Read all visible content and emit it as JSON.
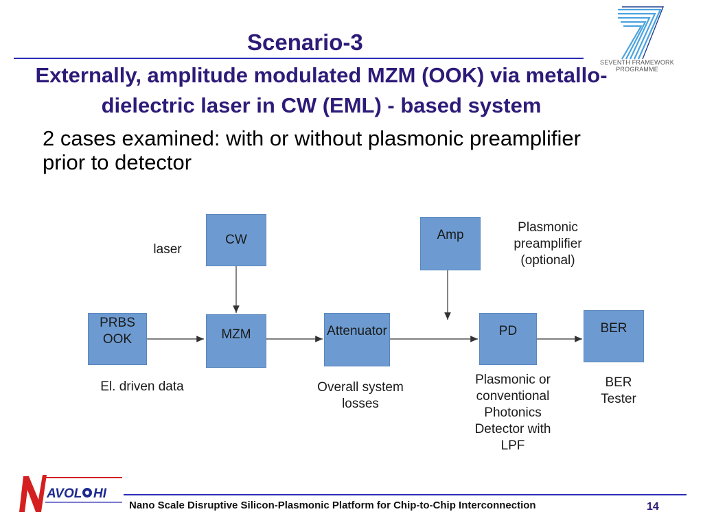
{
  "slide": {
    "title": "Scenario-3",
    "subtitle": "Externally, amplitude modulated MZM (OOK) via metallo-dielectric laser in CW (EML) - based system",
    "bullet": "2 cases examined: with or without plasmonic preamplifier prior to detector"
  },
  "logo": {
    "fp7_line1": "SEVENTH FRAMEWORK",
    "fp7_line2": "PROGRAMME",
    "navolchi_text": "AVOL",
    "navolchi_text2": "HI"
  },
  "diagram": {
    "boxes": {
      "cw": "CW",
      "amp": "Amp",
      "prbs_line1": "PRBS",
      "prbs_line2": "OOK",
      "mzm": "MZM",
      "attenuator": "Attenuator",
      "pd": "PD",
      "ber": "BER"
    },
    "labels": {
      "laser": "laser",
      "preamp_line1": "Plasmonic",
      "preamp_line2": "preamplifier",
      "preamp_line3": "(optional)",
      "el_driven": "El. driven data",
      "losses_line1": "Overall system",
      "losses_line2": "losses",
      "pd_line1": "Plasmonic or",
      "pd_line2": "conventional",
      "pd_line3": "Photonics",
      "pd_line4": "Detector with",
      "pd_line5": "LPF",
      "ber_line1": "BER",
      "ber_line2": "Tester"
    }
  },
  "footer": {
    "text": "Nano Scale Disruptive Silicon-Plasmonic Platform for Chip-to-Chip Interconnection",
    "page_number": "14"
  },
  "colors": {
    "title": "#2e1a78",
    "rule": "#2b2cb5",
    "box_fill": "#6d9bd1",
    "logo_red": "#d42020"
  }
}
